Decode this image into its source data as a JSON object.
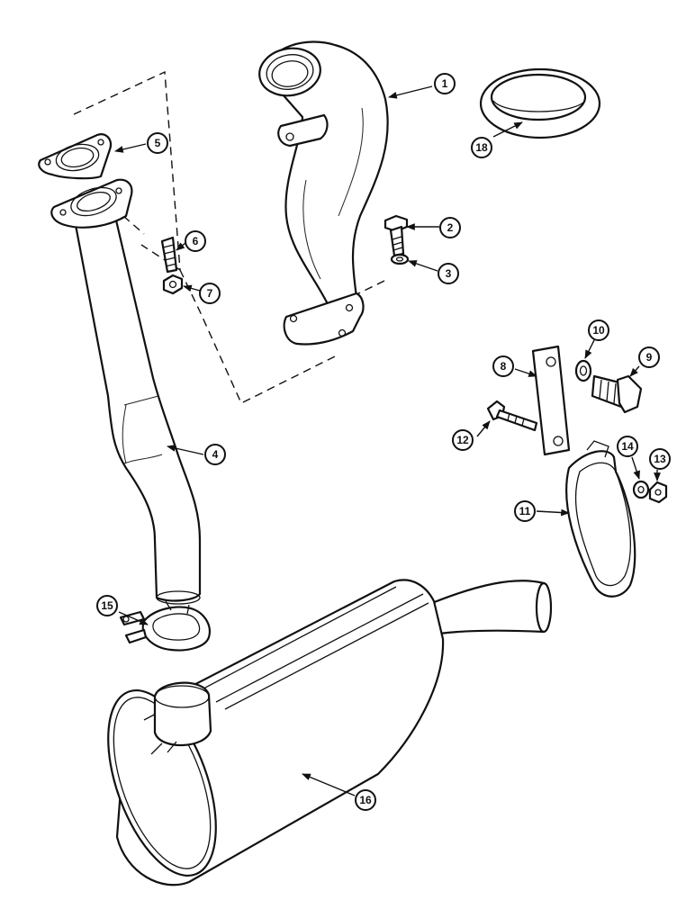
{
  "diagram": {
    "callouts": [
      {
        "id": "1",
        "label": "1"
      },
      {
        "id": "2",
        "label": "2"
      },
      {
        "id": "3",
        "label": "3"
      },
      {
        "id": "4",
        "label": "4"
      },
      {
        "id": "5",
        "label": "5"
      },
      {
        "id": "6",
        "label": "6"
      },
      {
        "id": "7",
        "label": "7"
      },
      {
        "id": "8",
        "label": "8"
      },
      {
        "id": "9",
        "label": "9"
      },
      {
        "id": "10",
        "label": "10"
      },
      {
        "id": "11",
        "label": "11"
      },
      {
        "id": "12",
        "label": "12"
      },
      {
        "id": "13",
        "label": "13"
      },
      {
        "id": "14",
        "label": "14"
      },
      {
        "id": "15",
        "label": "15"
      },
      {
        "id": "16",
        "label": "16"
      },
      {
        "id": "18",
        "label": "18"
      }
    ]
  }
}
